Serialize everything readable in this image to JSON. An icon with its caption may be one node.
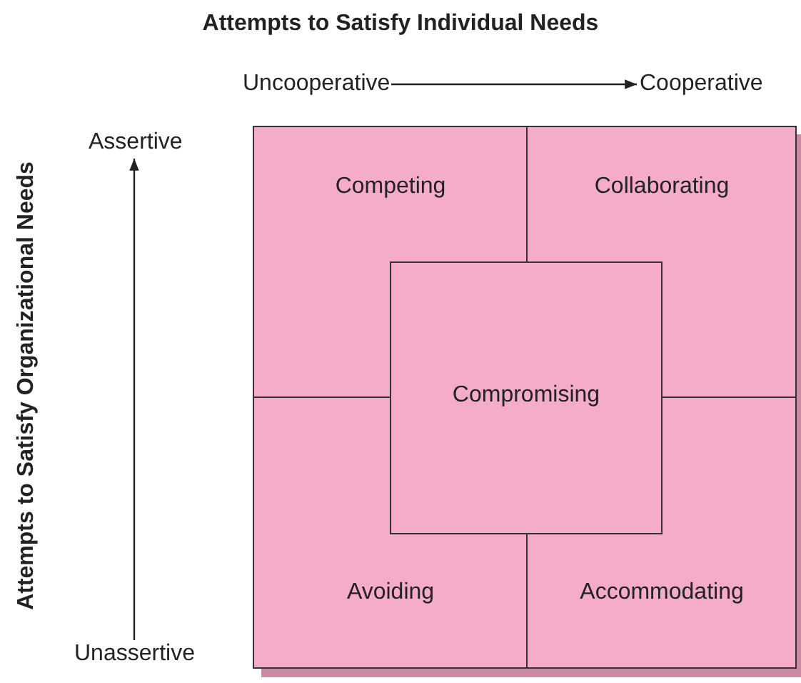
{
  "diagram": {
    "title": "Attempts to Satisfy Individual Needs",
    "nodes": [
      {
        "text": [
          "Uncooperative"
        ]
      },
      {
        "text": [
          "Cooperative"
        ]
      },
      {
        "text": [
          "Assertive"
        ]
      },
      {
        "text": [
          "Unassertive"
        ]
      },
      {
        "text": [
          "Competing"
        ]
      },
      {
        "text": [
          "Collaborating"
        ]
      },
      {
        "text": [
          "Compromising"
        ]
      },
      {
        "text": [
          "Avoiding"
        ]
      },
      {
        "text": [
          "Accommodating"
        ]
      }
    ],
    "edges": [
      {
        "from": 0,
        "to": 1,
        "arrow": "to"
      },
      {
        "from": 3,
        "to": 2,
        "arrow": "to"
      }
    ],
    "labels": [
      "Attempts to Satisfy Organizational Needs"
    ]
  }
}
